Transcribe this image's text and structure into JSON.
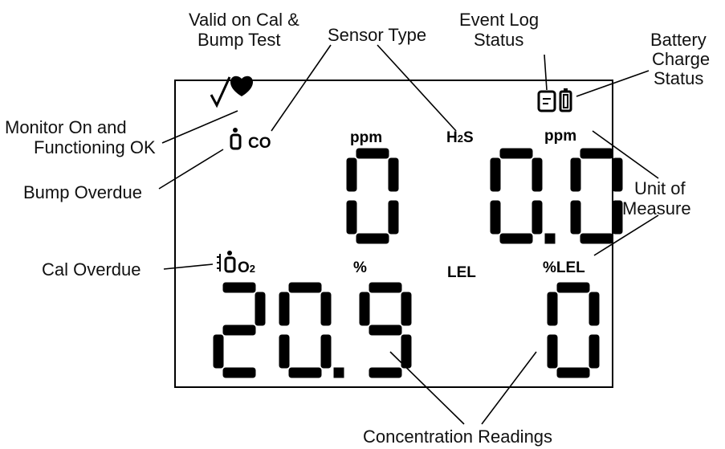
{
  "callouts": {
    "valid_cal_bump": [
      "Valid on Cal &",
      "Bump Test"
    ],
    "sensor_type": "Sensor Type",
    "event_log_status": [
      "Event Log",
      "Status"
    ],
    "battery_charge_status": [
      "Battery",
      "Charge",
      "Status"
    ],
    "monitor_on": [
      "Monitor On and",
      "Functioning OK"
    ],
    "bump_overdue": "Bump Overdue",
    "unit_of_measure": [
      "Unit of",
      "Measure"
    ],
    "cal_overdue": "Cal Overdue",
    "concentration_readings": "Concentration Readings"
  },
  "display": {
    "sensors": [
      {
        "name": "CO",
        "unit": "ppm",
        "reading": "0"
      },
      {
        "name": "H2S",
        "name_main": "H",
        "name_sub": "2",
        "name_tail": "S",
        "unit": "ppm",
        "reading": "0.0"
      },
      {
        "name": "O2",
        "name_main": "O",
        "name_sub": "2",
        "unit": "%",
        "reading": "20.9"
      },
      {
        "name": "LEL",
        "unit": "%LEL",
        "reading": "0"
      }
    ]
  },
  "icons": [
    "checkmark-icon",
    "heart-icon",
    "bottle-icon",
    "event-log-icon",
    "battery-icon",
    "cal-bottle-icon"
  ]
}
